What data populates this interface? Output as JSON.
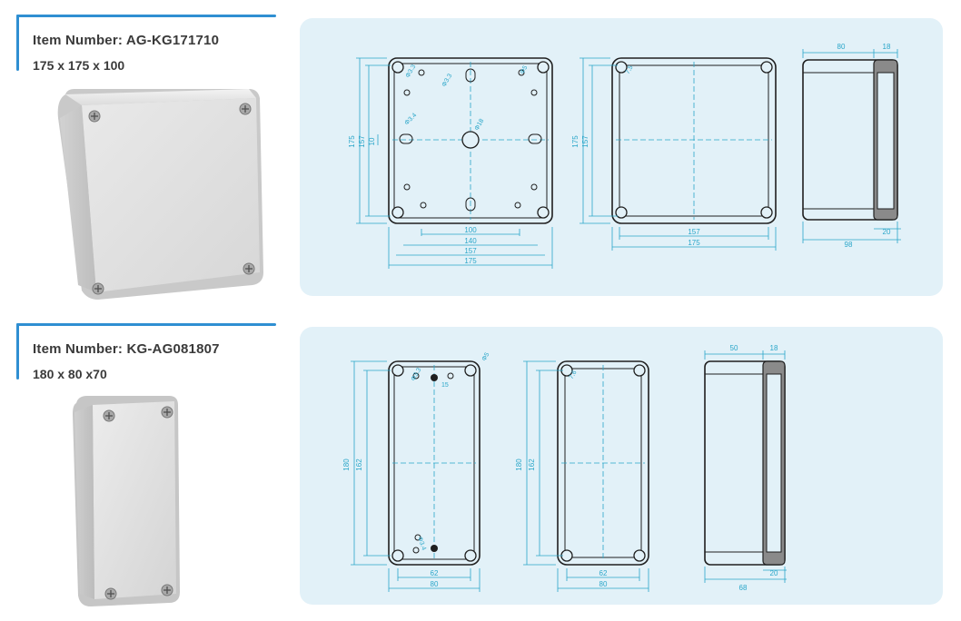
{
  "products": [
    {
      "item_number": "Item Number: AG-KG171710",
      "dimensions": "175 x 175 x 100",
      "drawing": {
        "front_dims": {
          "height_outer": "175",
          "height_inner": "157",
          "slot": "10",
          "hole_spacing": "100",
          "w140": "140",
          "w157": "157",
          "w175": "175"
        },
        "front_holes": {
          "d3_3": "Φ3.3",
          "d5": "Φ5",
          "d3_4": "Φ3.4",
          "d18": "Φ18",
          "d5b": "Φ5"
        },
        "back_dims": {
          "height_outer": "175",
          "height_inner": "157",
          "r": "7.5",
          "w157": "157",
          "w175": "175"
        },
        "side_dims": {
          "top_body": "80",
          "top_lid": "18",
          "bottom_total": "98",
          "bottom_lid": "20"
        }
      }
    },
    {
      "item_number": "Item Number: KG-AG081807",
      "dimensions": "180 x 80 x70",
      "drawing": {
        "front_dims": {
          "height_outer": "180",
          "height_inner": "162",
          "d3_3": "Φ3.3",
          "d5": "Φ5",
          "spacing": "15",
          "d3_4": "Φ3.4",
          "w62": "62",
          "w80": "80"
        },
        "back_dims": {
          "height_outer": "180",
          "height_inner": "162",
          "r": "7.6",
          "w62": "62",
          "w80": "80"
        },
        "side_dims": {
          "top_body": "50",
          "top_lid": "18",
          "bottom_total": "68",
          "bottom_lid": "20"
        }
      }
    }
  ],
  "colors": {
    "accent": "#2f8fd2",
    "panel": "#e2f1f8",
    "dimension": "#2aa6c9",
    "outline": "#1f1f1f"
  }
}
